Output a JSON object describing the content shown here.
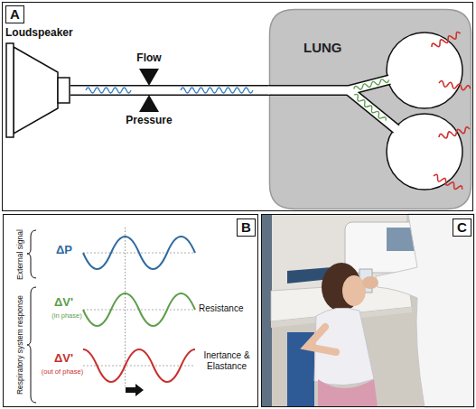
{
  "diagram": {
    "nodes": [
      {
        "text": [
          "A"
        ]
      },
      {
        "text": [
          "Loudspeaker"
        ],
        "in": 0
      },
      {
        "text": [
          "LUNG"
        ],
        "in": 0
      },
      {
        "text": [
          "B"
        ]
      },
      {
        "text": [
          "C"
        ]
      }
    ],
    "edges": [
      {
        "from": 1,
        "to": 2,
        "arrow": "none"
      }
    ],
    "labels": [
      "Flow",
      "Pressure",
      "External signal",
      "ΔP",
      "ΔV'",
      "(in phase)",
      "ΔV'",
      "(out of phase)",
      "Respiratory system response",
      "Resistance",
      "Inertance & Elastance"
    ]
  }
}
